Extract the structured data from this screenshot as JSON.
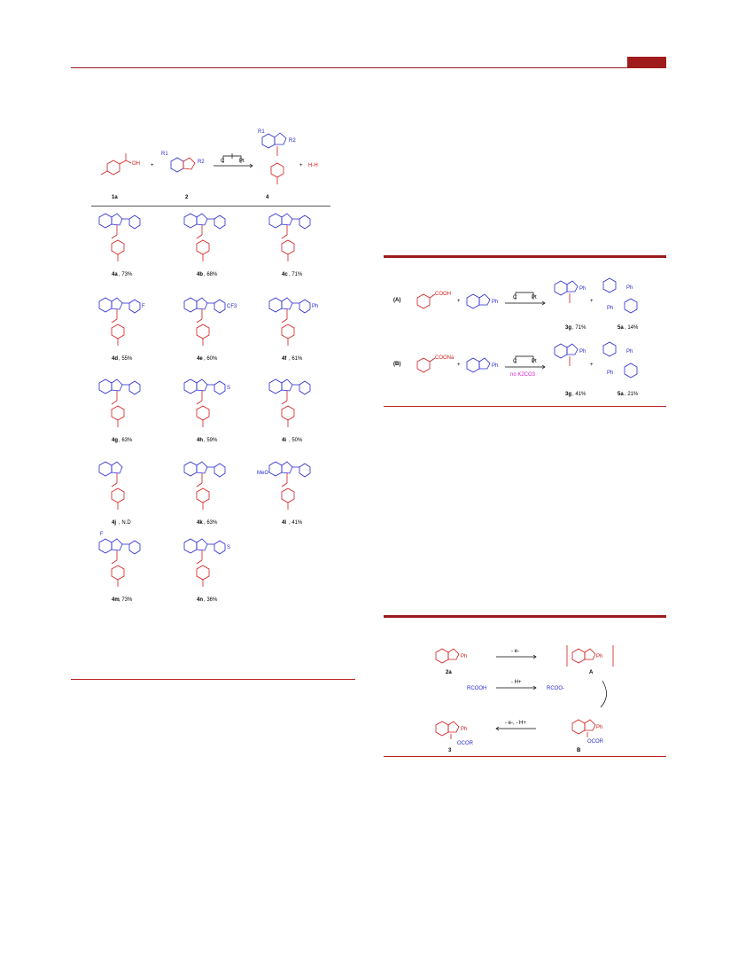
{
  "scheme1": {
    "reactants": {
      "r1": "1a",
      "r2": "2",
      "product": "4"
    },
    "labels": {
      "oh": "OH",
      "r1sub": "R1",
      "r2sub": "R2",
      "electrodeC": "C",
      "electrodePt": "Pt",
      "h2": "H-H",
      "plus": "+"
    },
    "products": [
      {
        "id": "4a",
        "yield": ", 73%",
        "sub": ""
      },
      {
        "id": "4b",
        "yield": ", 68%",
        "sub": ""
      },
      {
        "id": "4c",
        "yield": ", 71%",
        "sub": ""
      },
      {
        "id": "4d",
        "yield": ", 55%",
        "sub": "F"
      },
      {
        "id": "4e",
        "yield": ", 60%",
        "sub": "CF3"
      },
      {
        "id": "4f",
        "yield": ", 61%",
        "sub": "Ph"
      },
      {
        "id": "4g",
        "yield": ", 63%",
        "sub": ""
      },
      {
        "id": "4h",
        "yield": ", 59%",
        "sub": "S"
      },
      {
        "id": "4i",
        "yield": ", 50%",
        "sub": ""
      },
      {
        "id": "4j",
        "yield": ", N.D",
        "sub": ""
      },
      {
        "id": "4k",
        "yield": ", 63%",
        "sub": ""
      },
      {
        "id": "4l",
        "yield": ", 41%",
        "sub": "MeO"
      },
      {
        "id": "4m",
        "yield": ", 73%",
        "sub": "F"
      },
      {
        "id": "4n",
        "yield": ", 36%",
        "sub": "S"
      }
    ]
  },
  "scheme2": {
    "rowA": {
      "tag": "(A)",
      "acid": "COOH",
      "ph": "Ph",
      "c": "C",
      "pt": "Pt",
      "p1": "3g",
      "y1": ", 71%",
      "p2": "5a",
      "y2": ", 14%",
      "plus": "+"
    },
    "rowB": {
      "tag": "(B)",
      "acid": "COONa",
      "ph": "Ph",
      "c": "C",
      "pt": "Pt",
      "cond": "no K2CO3",
      "p1": "3g",
      "y1": ", 41%",
      "p2": "5a",
      "y2": ", 21%",
      "plus": "+"
    }
  },
  "scheme3": {
    "sm": "2a",
    "ph": "Ph",
    "step1": "- e-",
    "intA": "A",
    "acid": "RCOOH",
    "step2": "- H+",
    "anion": "RCOO-",
    "intB": "B",
    "step3": "- e-, - H+",
    "prod": "3",
    "ocor": "OCOR"
  },
  "colors": {
    "accent": "#9b1c1c",
    "red": "#d21c1c",
    "blue": "#2a2ad0",
    "magenta": "#d21cd2"
  }
}
